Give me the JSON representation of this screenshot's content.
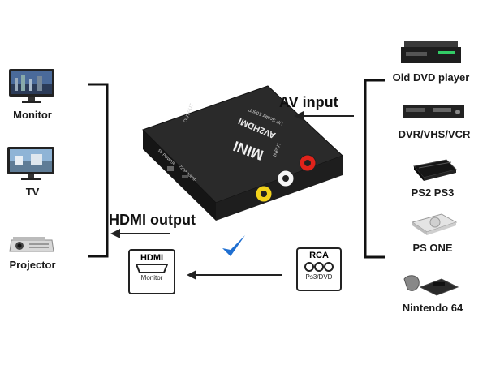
{
  "left_devices": [
    {
      "label": "Monitor"
    },
    {
      "label": "TV"
    },
    {
      "label": "Projector"
    }
  ],
  "right_devices": [
    {
      "label": "Old DVD player"
    },
    {
      "label": "DVR/VHS/VCR"
    },
    {
      "label": "PS2 PS3"
    },
    {
      "label": "PS ONE"
    },
    {
      "label": "Nintendo 64"
    }
  ],
  "captions": {
    "av_input": "AV input",
    "hdmi_output": "HDMI output"
  },
  "converter": {
    "brand": "MINI",
    "model": "AV2HDMI",
    "upscale": "UP Scaler 1080P",
    "output_label": "OUTPUT",
    "input_label": "INPUT",
    "power_label": "5V POWER",
    "switch_label": "720P 1080P"
  },
  "hdmi_icon": {
    "top": "HDMI",
    "bottom": "Monitor"
  },
  "rca_icon": {
    "top": "RCA",
    "bottom": "Ps3/DVD"
  },
  "colors": {
    "check": "#1f6fd1",
    "rca_yellow": "#f2d21b",
    "rca_white": "#f5f5f5",
    "rca_red": "#e0231b",
    "device_body": "#1b1b1b"
  }
}
